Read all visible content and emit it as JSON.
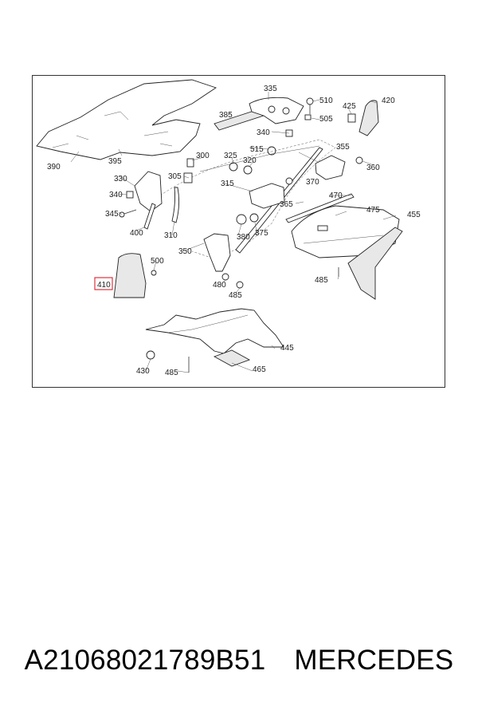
{
  "diagram": {
    "callouts": [
      "390",
      "395",
      "385",
      "335",
      "510",
      "505",
      "425",
      "420",
      "340",
      "300",
      "325",
      "515",
      "320",
      "355",
      "360",
      "330",
      "305",
      "340",
      "315",
      "370",
      "470",
      "345",
      "365",
      "475",
      "455",
      "400",
      "310",
      "350",
      "380",
      "375",
      "500",
      "410",
      "480",
      "485",
      "485",
      "445",
      "430",
      "485",
      "465"
    ],
    "highlighted_callout": "410",
    "highlight_color": "#e0323c"
  },
  "footer": {
    "part_number": "A21068021789B51",
    "brand": "MERCEDES"
  }
}
